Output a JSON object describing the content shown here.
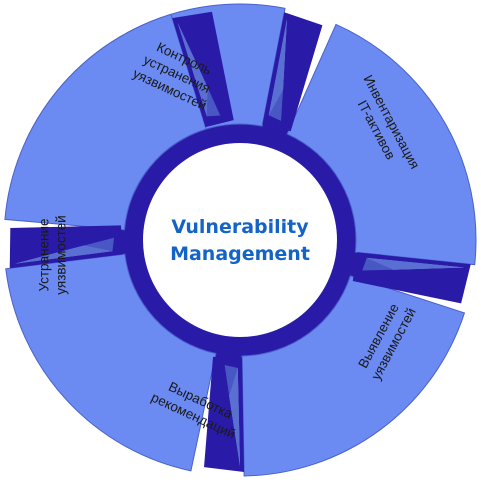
{
  "center": {
    "line1": "Vulnerability",
    "line2": "Management"
  },
  "segments": [
    {
      "id": "control",
      "lines": [
        "Контроль",
        "устранения",
        "уязвимостей"
      ]
    },
    {
      "id": "inventory",
      "lines": [
        "Инвентаризация",
        "IT-активов"
      ]
    },
    {
      "id": "detection",
      "lines": [
        "Выявление",
        "уязвимостей"
      ]
    },
    {
      "id": "recommend",
      "lines": [
        "Выработка",
        "рекомендаций"
      ]
    },
    {
      "id": "remediation",
      "lines": [
        "Устранение",
        "уязвимостей"
      ]
    }
  ],
  "colors": {
    "segment_fill": "#6b8af2",
    "segment_stroke": "#4a62c8",
    "ring_dark": "#2a1aa8",
    "arrow_light": "#9db2ff",
    "arrow_mid": "#4d63c9",
    "center_fill": "#ffffff",
    "center_text": "#1464c8"
  }
}
